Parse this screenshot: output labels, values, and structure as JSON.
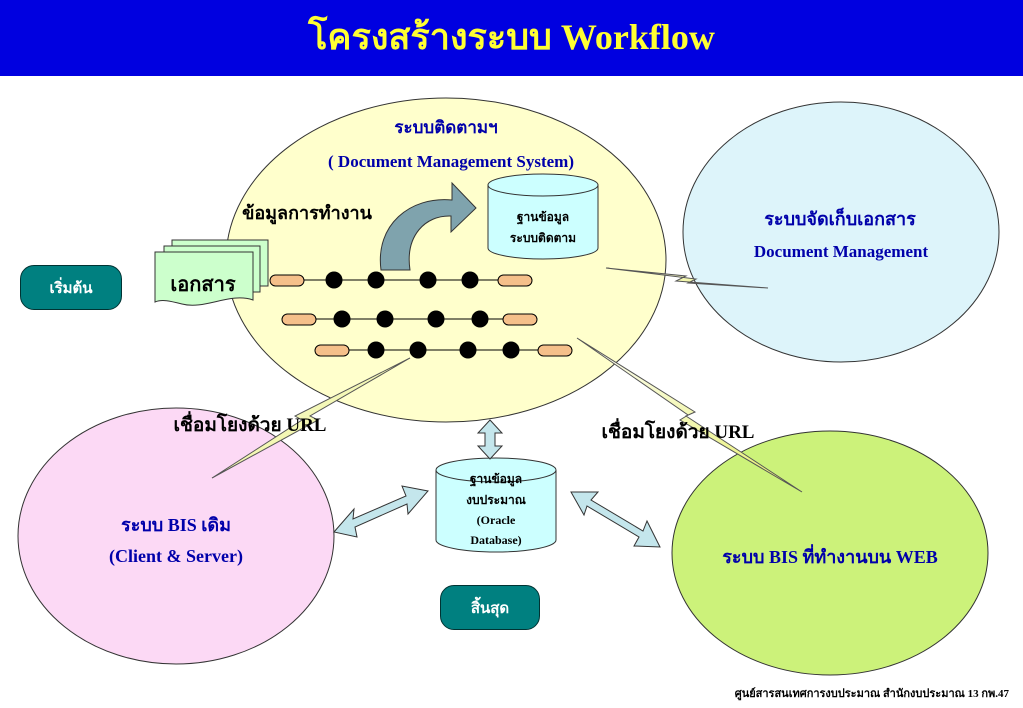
{
  "header": {
    "title": "โครงสร้างระบบ Workflow"
  },
  "dms": {
    "title": "ระบบติดตามฯ",
    "subtitle": "( Document Management System)"
  },
  "work_data_label": "ข้อมูลการทำงาน",
  "tracking_db": {
    "line1": "ฐานข้อมูล",
    "line2": "ระบบติดตาม"
  },
  "document_label": "เอกสาร",
  "start_label": "เริ่มต้น",
  "end_label": "สิ้นสุด",
  "doc_store": {
    "title": "ระบบจัดเก็บเอกสาร",
    "subtitle": "Document Management"
  },
  "url_link_left": "เชื่อมโยงด้วย URL",
  "url_link_right": "เชื่อมโยงด้วย URL",
  "budget_db": {
    "line1": "ฐานข้อมูล",
    "line2": "งบประมาณ",
    "line3": "(Oracle",
    "line4": "Database)"
  },
  "bis_old": {
    "title": "ระบบ BIS เดิม",
    "subtitle": "(Client & Server)"
  },
  "bis_web": {
    "title": "ระบบ BIS ที่ทำงานบน WEB"
  },
  "footer": "ศูนย์สารสนเทศการงบประมาณ  สำนักงบประมาณ 13 กพ.47",
  "colors": {
    "header_bg": "#0000e0",
    "title_text": "#ffff33",
    "dms_fill": "#ffffcc",
    "doc_store_fill": "#ddf4fa",
    "bis_old_fill": "#fcd9f5",
    "bis_web_fill": "#ccf27a",
    "db_fill": "#ccffff",
    "pill_fill": "#008080",
    "label_blue": "#0000aa"
  }
}
